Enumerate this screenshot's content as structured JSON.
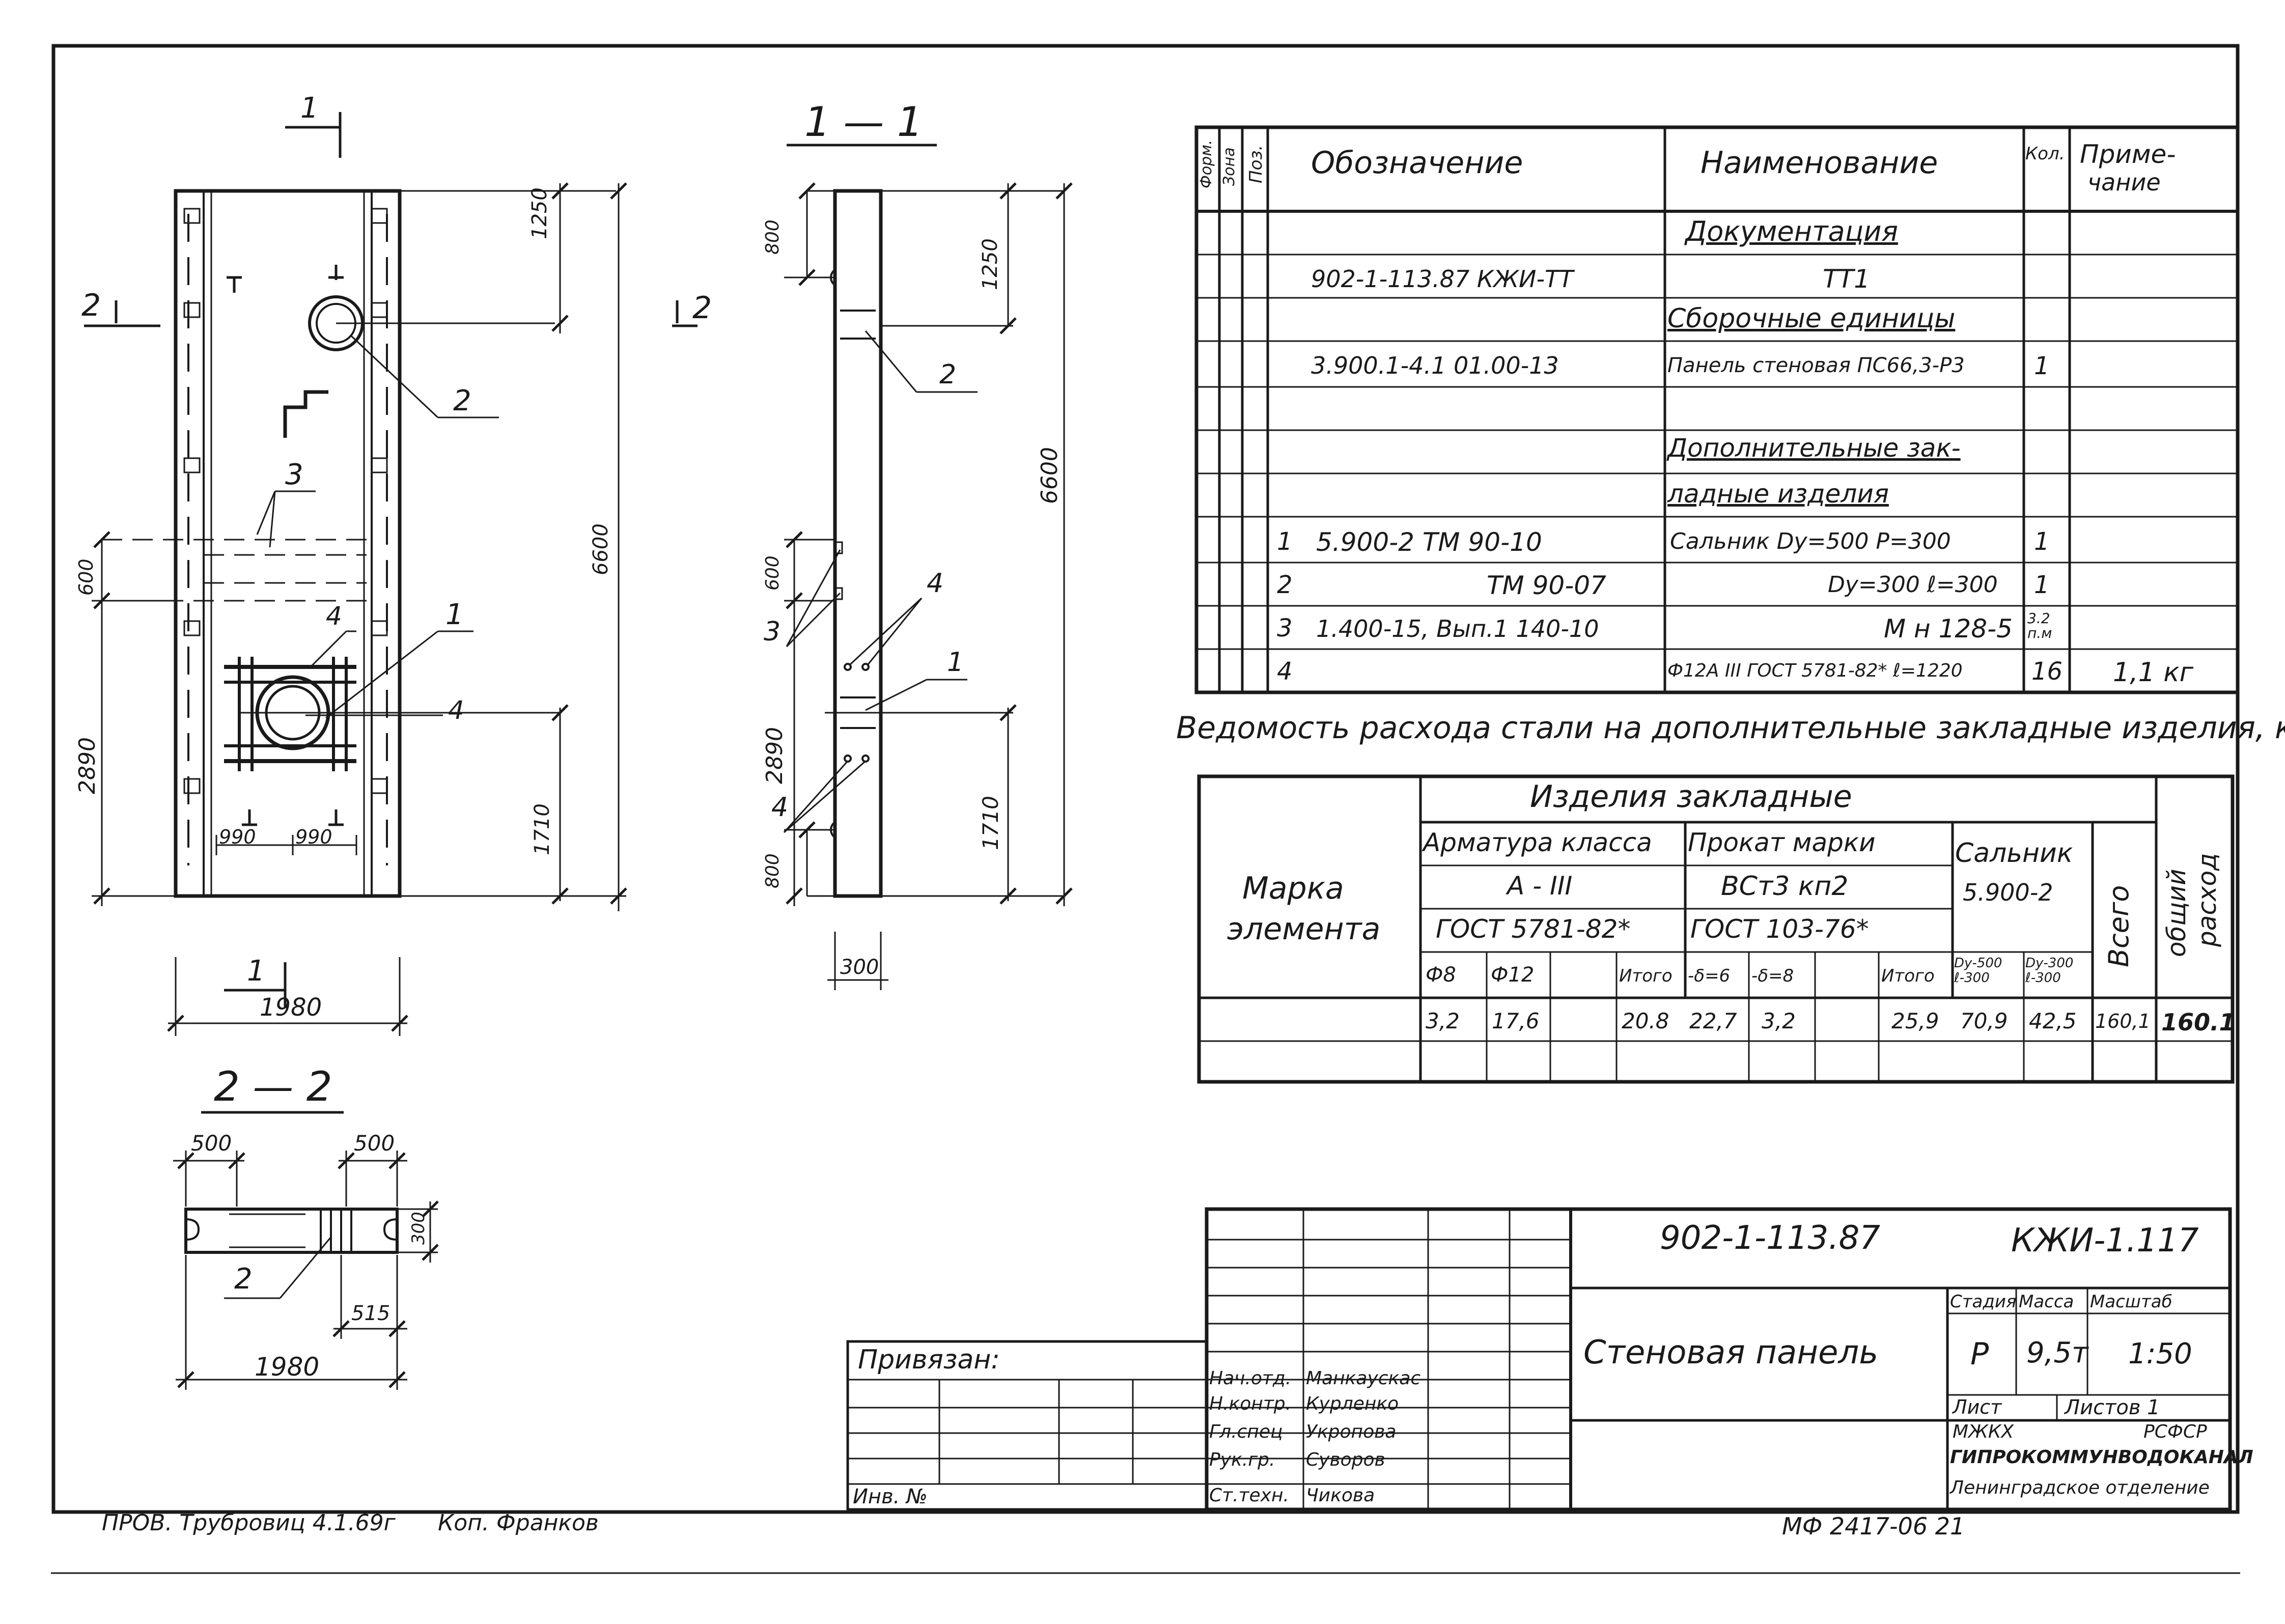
{
  "drawing": {
    "section_1_1": "1 — 1",
    "section_2_2": "2 — 2",
    "cut_label_1": "1",
    "cut_label_2": "2",
    "dims": {
      "d1250": "1250",
      "d6600": "6600",
      "d600": "600",
      "d2890": "2890",
      "d1710": "1710",
      "d990": "990",
      "d1980": "1980",
      "d800": "800",
      "d300": "300",
      "d500": "500",
      "d515": "515"
    },
    "pos_labels": [
      "1",
      "2",
      "3",
      "4"
    ]
  },
  "spec_table": {
    "headers": {
      "format": "Форм.",
      "zone": "Зона",
      "pos": "Поз.",
      "designation": "Обозначение",
      "name": "Наименование",
      "qty": "Кол.",
      "note_line1": "Приме-",
      "note_line2": "чание"
    },
    "rows": [
      {
        "pos": "",
        "designation": "",
        "name": "Документация",
        "qty": "",
        "note": "",
        "underline": true
      },
      {
        "pos": "",
        "designation": "902-1-113.87   КЖИ-ТТ",
        "name": "ТТ1",
        "qty": "",
        "note": "",
        "underline": false
      },
      {
        "pos": "",
        "designation": "",
        "name": "Сборочные единицы",
        "qty": "",
        "note": "",
        "underline": true
      },
      {
        "pos": "",
        "designation": "3.900.1-4.1   01.00-13",
        "name": "Панель стеновая ПС66,3-Р3",
        "qty": "1",
        "note": "",
        "underline": false
      },
      {
        "pos": "",
        "designation": "",
        "name": "",
        "qty": "",
        "note": "",
        "underline": false
      },
      {
        "pos": "",
        "designation": "",
        "name": "Дополнительные зак-",
        "qty": "",
        "note": "",
        "underline": true
      },
      {
        "pos": "",
        "designation": "",
        "name": "ладные  изделия",
        "qty": "",
        "note": "",
        "underline": true
      },
      {
        "pos": "1",
        "designation": "5.900-2       ТМ 90-10",
        "name": "Сальник Dу=500  Р=300",
        "qty": "1",
        "note": "",
        "underline": false
      },
      {
        "pos": "2",
        "designation": "ТМ 90-07",
        "name": "Dу=300  ℓ=300",
        "qty": "1",
        "note": "",
        "underline": false
      },
      {
        "pos": "3",
        "designation": "1.400-15, Вып.1  140-10",
        "name": "М н 128-5",
        "qty": "3.2 п.м",
        "note": "",
        "underline": false
      },
      {
        "pos": "4",
        "designation": "",
        "name": "Ф12А III ГОСТ 5781-82* ℓ=1220",
        "qty": "16",
        "note": "1,1 кг",
        "underline": false
      }
    ]
  },
  "steel_table": {
    "caption": "Ведомость расхода стали на дополнительные закладные изделия, кг",
    "mark_header_1": "Марка",
    "mark_header_2": "элемента",
    "products_header": "Изделия   закладные",
    "rebar_class": "Арматура класса",
    "rebar_grade": "А - III",
    "rebar_gost": "ГОСТ 5781-82*",
    "rolled_grade_hdr": "Прокат марки",
    "rolled_grade": "ВСт3 кп2",
    "rolled_gost": "ГОСТ 103-76*",
    "gland_hdr": "Сальник",
    "gland_code": "5.900-2",
    "total_hdr": "Всего",
    "overall_hdr_1": "общий",
    "overall_hdr_2": "расход",
    "sub_headers": [
      "Ф8",
      "Ф12",
      "",
      "Итого",
      "-δ=6",
      "-δ=8",
      "",
      "Итого",
      "Dу-500 ℓ-300",
      "Dу-300 ℓ-300"
    ],
    "values": [
      "3,2",
      "17,6",
      "",
      "20.8",
      "22,7",
      "3,2",
      "",
      "25,9",
      "70,9",
      "42,5",
      "160,1",
      "160.1"
    ]
  },
  "title_block": {
    "code": "902-1-113.87",
    "sheet_code": "КЖИ-1.117",
    "title": "Стеновая панель",
    "stage_hdr": "Стадия",
    "mass_hdr": "Масса",
    "scale_hdr": "Масштаб",
    "stage": "Р",
    "mass": "9,5т",
    "scale": "1:50",
    "sheet_hdr": "Лист",
    "sheets_hdr": "Листов 1",
    "org_1a": "МЖКХ",
    "org_1b": "РСФСР",
    "org_2": "ГИПРОКОММУНВОДОКАНАЛ",
    "org_3": "Ленинградское отделение",
    "bound": "Привязан:",
    "inv": "Инв. №",
    "roles": [
      {
        "role": "Нач.отд.",
        "name": "Манкаускас"
      },
      {
        "role": "Н.контр.",
        "name": "Курленко"
      },
      {
        "role": "Гл.спец",
        "name": "Укропова"
      },
      {
        "role": "Рук.гр.",
        "name": "Суворов"
      },
      {
        "role": "Ст.техн.",
        "name": "Чикова"
      }
    ]
  },
  "footer": {
    "check": "ПРОВ. Трубровиц 4.1.69г",
    "copy": "Коп. Франков",
    "archive": "МФ 2417-06  21"
  }
}
